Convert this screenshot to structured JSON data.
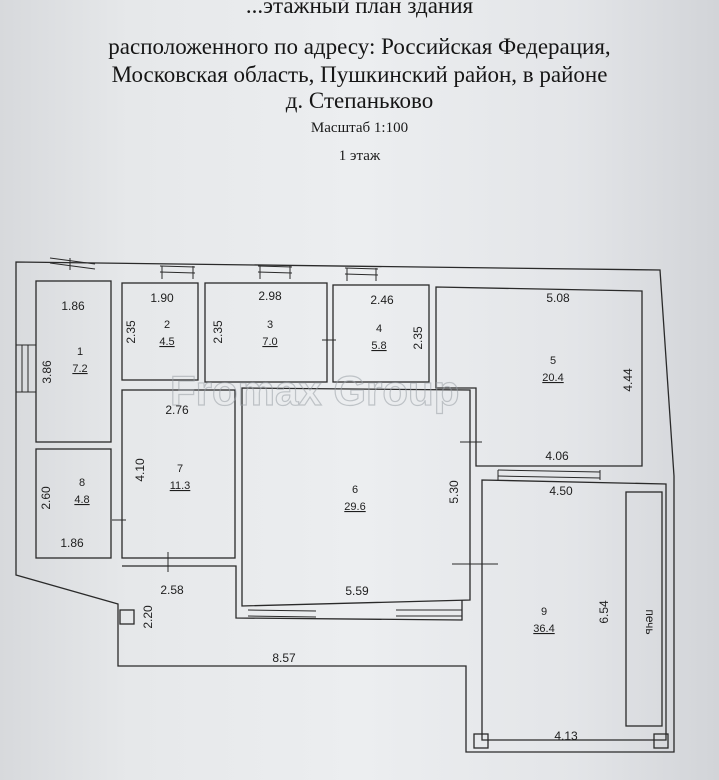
{
  "header": {
    "line0": "...этажный план здания",
    "line1": "расположенного по адресу: Российская Федерация,",
    "line2": "Московская область, Пушкинский район, в районе",
    "line3": "д. Степаньково",
    "scale": "Масштаб 1:100",
    "floor": "1 этаж"
  },
  "watermark": "Fromax Group",
  "rooms": [
    {
      "number": "1",
      "area": "7.2"
    },
    {
      "number": "2",
      "area": "4.5"
    },
    {
      "number": "3",
      "area": "7.0"
    },
    {
      "number": "4",
      "area": "5.8"
    },
    {
      "number": "5",
      "area": "20.4"
    },
    {
      "number": "6",
      "area": "29.6"
    },
    {
      "number": "7",
      "area": "11.3"
    },
    {
      "number": "8",
      "area": "4.8"
    },
    {
      "number": "9",
      "area": "36.4"
    }
  ],
  "dimensions": {
    "r1_width": "1.86",
    "r1_height": "3.86",
    "r2_width": "1.90",
    "r2_height": "2.35",
    "r3_width": "2.98",
    "r3_height": "2.35",
    "r4_width": "2.46",
    "r4_height": "2.35",
    "r5_width": "5.08",
    "r5_height": "4.44",
    "r5_bottom": "4.06",
    "r6_height": "5.30",
    "r6_width": "5.59",
    "r7_width": "2.76",
    "r7_height": "4.10",
    "r8_height": "2.60",
    "r8_width": "1.86",
    "porch_width": "2.58",
    "porch_height": "2.20",
    "bottom_width": "8.57",
    "r9_width": "4.50",
    "r9_height": "6.54",
    "r9_bottom": "4.13"
  },
  "stove_label": "печь"
}
